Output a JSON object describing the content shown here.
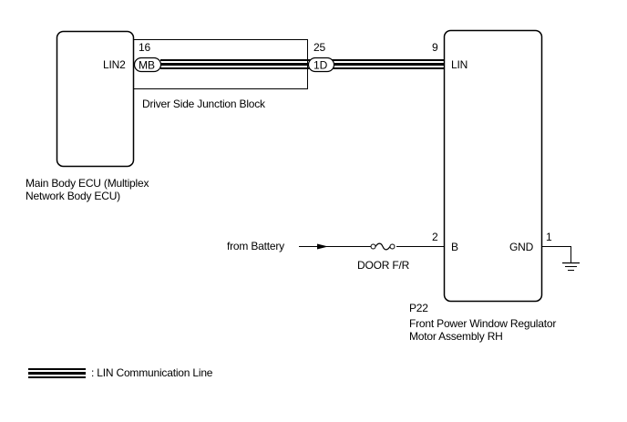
{
  "diagram": {
    "main_body_ecu": {
      "label_line1": "Main Body ECU (Multiplex",
      "label_line2": "Network Body ECU)",
      "pin_name": "LIN2"
    },
    "junction_block": {
      "label": "Driver Side Junction Block",
      "left_connector": {
        "code": "MB",
        "pin": "16"
      },
      "right_connector": {
        "code": "1D",
        "pin": "25"
      }
    },
    "window_regulator": {
      "connector_id": "P22",
      "label_line1": "Front Power Window Regulator",
      "label_line2": "Motor Assembly RH",
      "pins": [
        {
          "name": "LIN",
          "number": "9"
        },
        {
          "name": "B",
          "number": "2"
        },
        {
          "name": "GND",
          "number": "1"
        }
      ]
    },
    "power_source": {
      "label": "from Battery",
      "fuse_label": "DOOR F/R"
    },
    "legend": {
      "text": ": LIN Communication Line"
    }
  }
}
